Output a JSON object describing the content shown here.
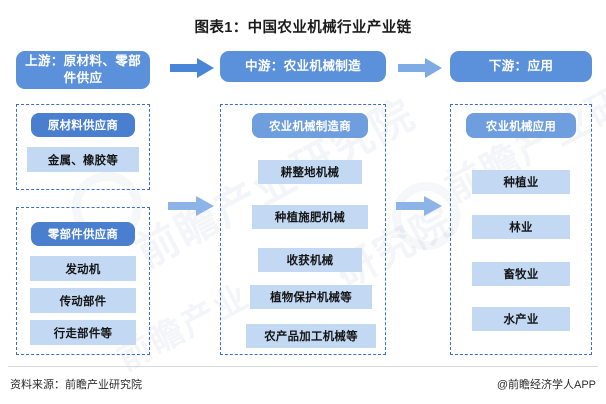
{
  "title": "图表1：中国农业机械行业产业链",
  "header": {
    "upstream": "上游：原材料、零部件供应",
    "midstream": "中游：农业机械制造",
    "downstream": "下游：应用"
  },
  "arrows": {
    "top_left": "right-arrow-icon",
    "top_right": "right-arrow-icon",
    "mid_left": "right-arrow-icon",
    "mid_right": "right-arrow-icon"
  },
  "groups": {
    "raw_materials": {
      "header": "原材料供应商",
      "items": [
        "金属、橡胶等"
      ]
    },
    "components": {
      "header": "零部件供应商",
      "items": [
        "发动机",
        "传动部件",
        "行走部件等"
      ]
    },
    "manufacturing": {
      "header": "农业机械制造商",
      "items": [
        "耕整地机械",
        "种植施肥机械",
        "收获机械",
        "植物保护机械等",
        "农产品加工机械等"
      ]
    },
    "application": {
      "header": "农业机械应用",
      "items": [
        "种植业",
        "林业",
        "畜牧业",
        "水产业"
      ]
    }
  },
  "footer": {
    "source": "资料来源：前瞻产业研究院",
    "app": "@前瞻经济学人APP"
  },
  "watermark": {
    "line1": "前瞻产业",
    "line2": "研究院",
    "line3": "前瞻产业研究院",
    "line4": "研究院"
  },
  "colors": {
    "header_blue": "#5b90da",
    "group_head_blue": "#4a7fd0",
    "group_head_light": "#6f9ede",
    "item_blue": "#c2d8f3",
    "dashed_border": "#3b6fc4",
    "arrow_blue": "#4a86d8",
    "arrow_light": "#8cb4e8"
  }
}
